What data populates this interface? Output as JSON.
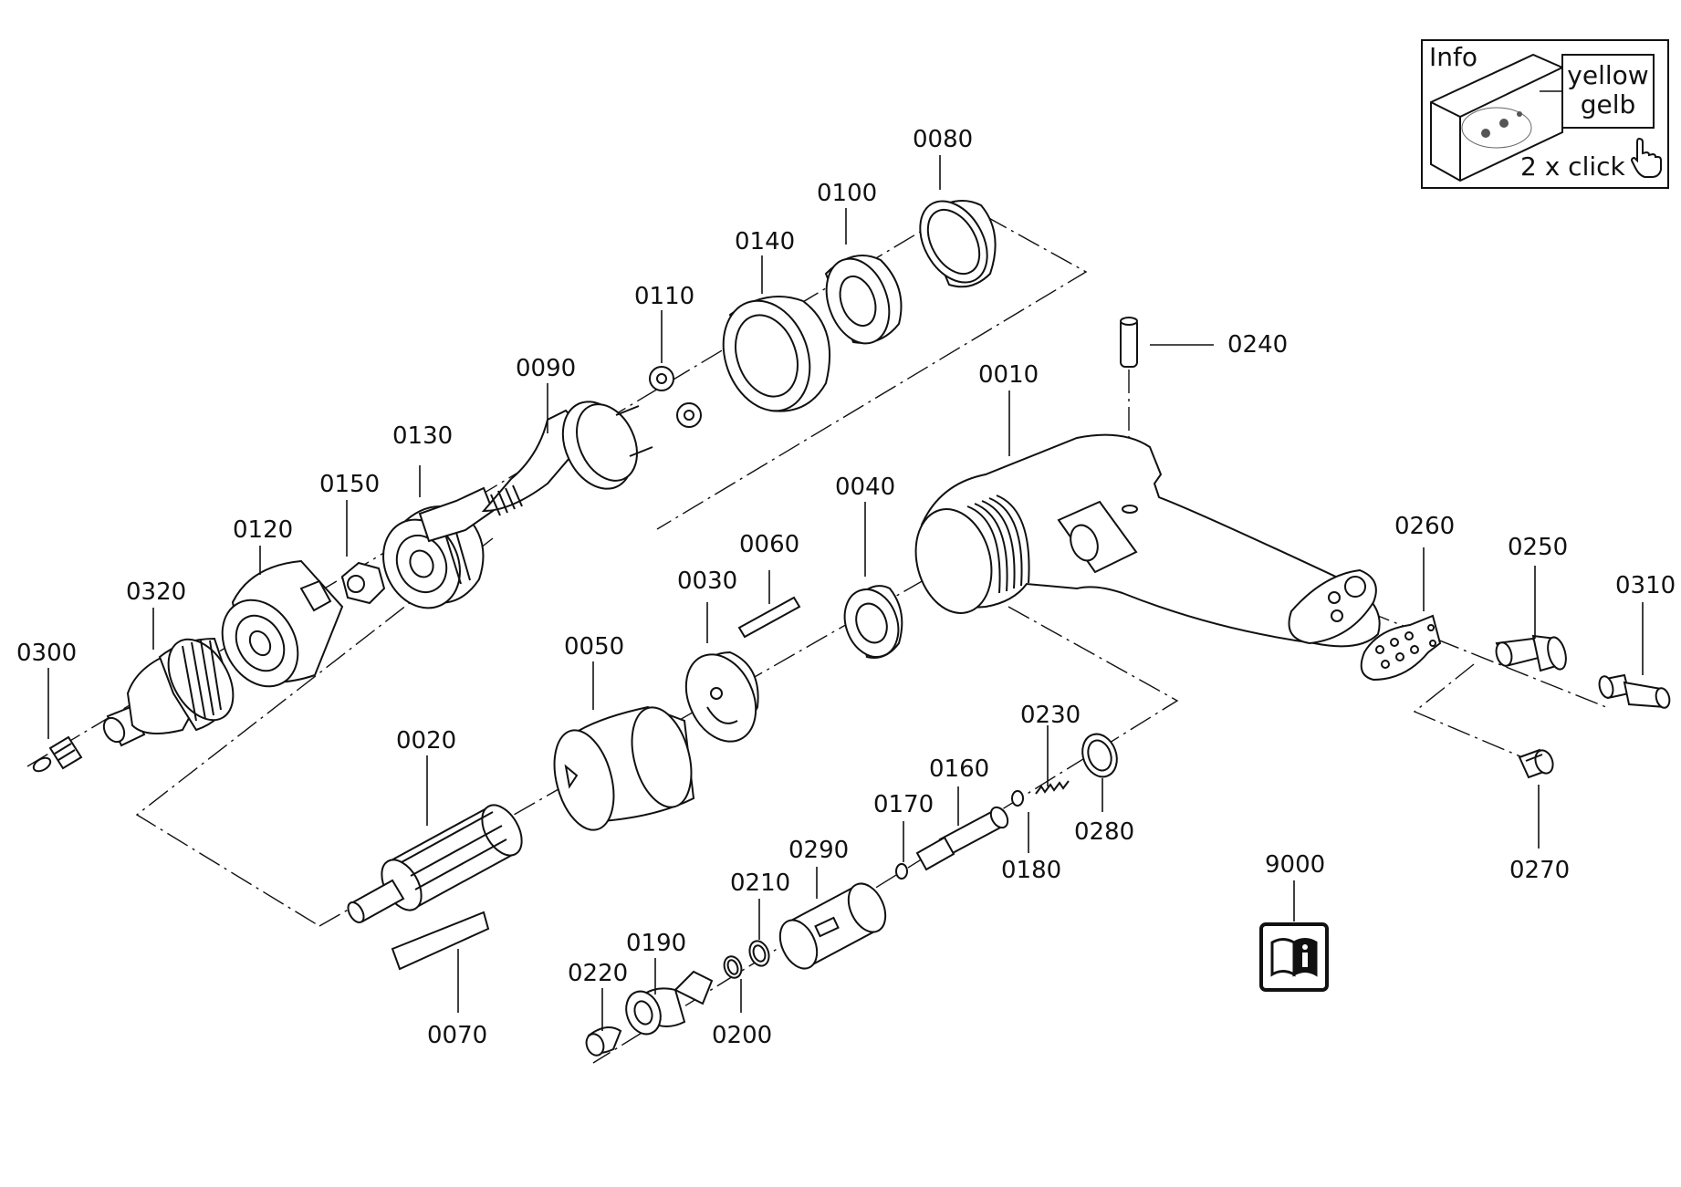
{
  "parts": {
    "p0010": "0010",
    "p0020": "0020",
    "p0030": "0030",
    "p0040": "0040",
    "p0050": "0050",
    "p0060": "0060",
    "p0070": "0070",
    "p0080": "0080",
    "p0090": "0090",
    "p0100": "0100",
    "p0110": "0110",
    "p0120": "0120",
    "p0130": "0130",
    "p0140": "0140",
    "p0150": "0150",
    "p0160": "0160",
    "p0170": "0170",
    "p0180": "0180",
    "p0190": "0190",
    "p0200": "0200",
    "p0210": "0210",
    "p0220": "0220",
    "p0230": "0230",
    "p0240": "0240",
    "p0250": "0250",
    "p0260": "0260",
    "p0270": "0270",
    "p0280": "0280",
    "p0290": "0290",
    "p0300": "0300",
    "p0310": "0310",
    "p0320": "0320",
    "p9000": "9000"
  },
  "info_box": {
    "title": "Info",
    "color_en": "yellow",
    "color_de": "gelb",
    "instruction": "2 x click"
  },
  "colors": {
    "highlight": "#fff7b0",
    "line": "#111111"
  },
  "icons": {
    "pointer": "hand-pointer-icon",
    "manual": "manual-info-icon"
  }
}
